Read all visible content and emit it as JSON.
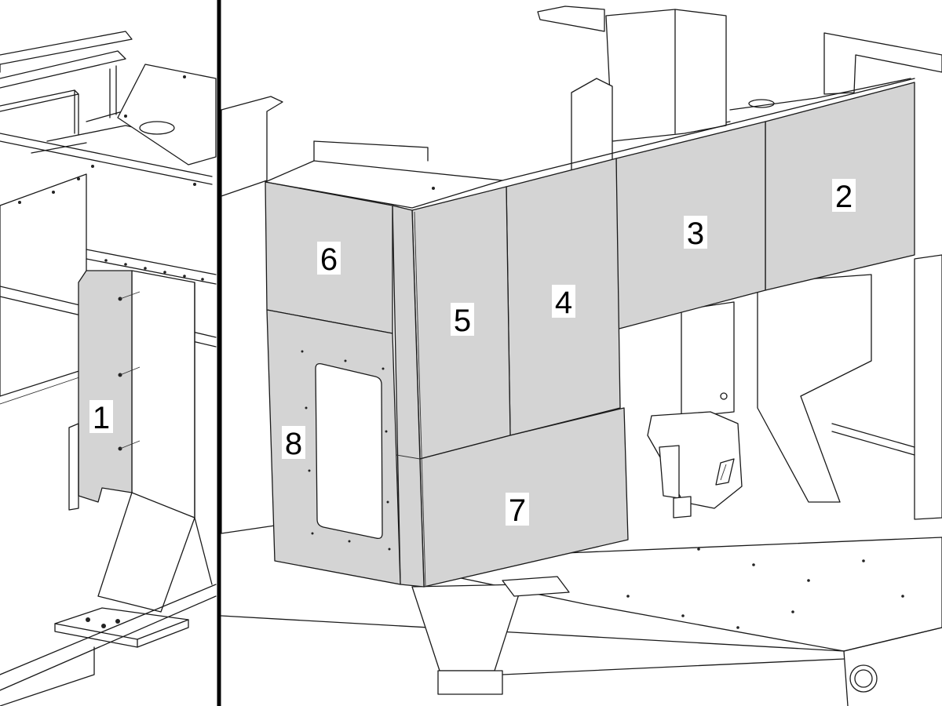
{
  "diagram": {
    "left_view": {
      "callouts": [
        {
          "id": "panel-1",
          "label": "1"
        }
      ]
    },
    "right_view": {
      "callouts": [
        {
          "id": "panel-2",
          "label": "2"
        },
        {
          "id": "panel-3",
          "label": "3"
        },
        {
          "id": "panel-4",
          "label": "4"
        },
        {
          "id": "panel-5",
          "label": "5"
        },
        {
          "id": "panel-6",
          "label": "6"
        },
        {
          "id": "panel-7",
          "label": "7"
        },
        {
          "id": "panel-8",
          "label": "8"
        }
      ]
    },
    "colors": {
      "panel_fill": "#d4d4d4",
      "line": "#1a1a1a",
      "background": "#ffffff"
    }
  }
}
